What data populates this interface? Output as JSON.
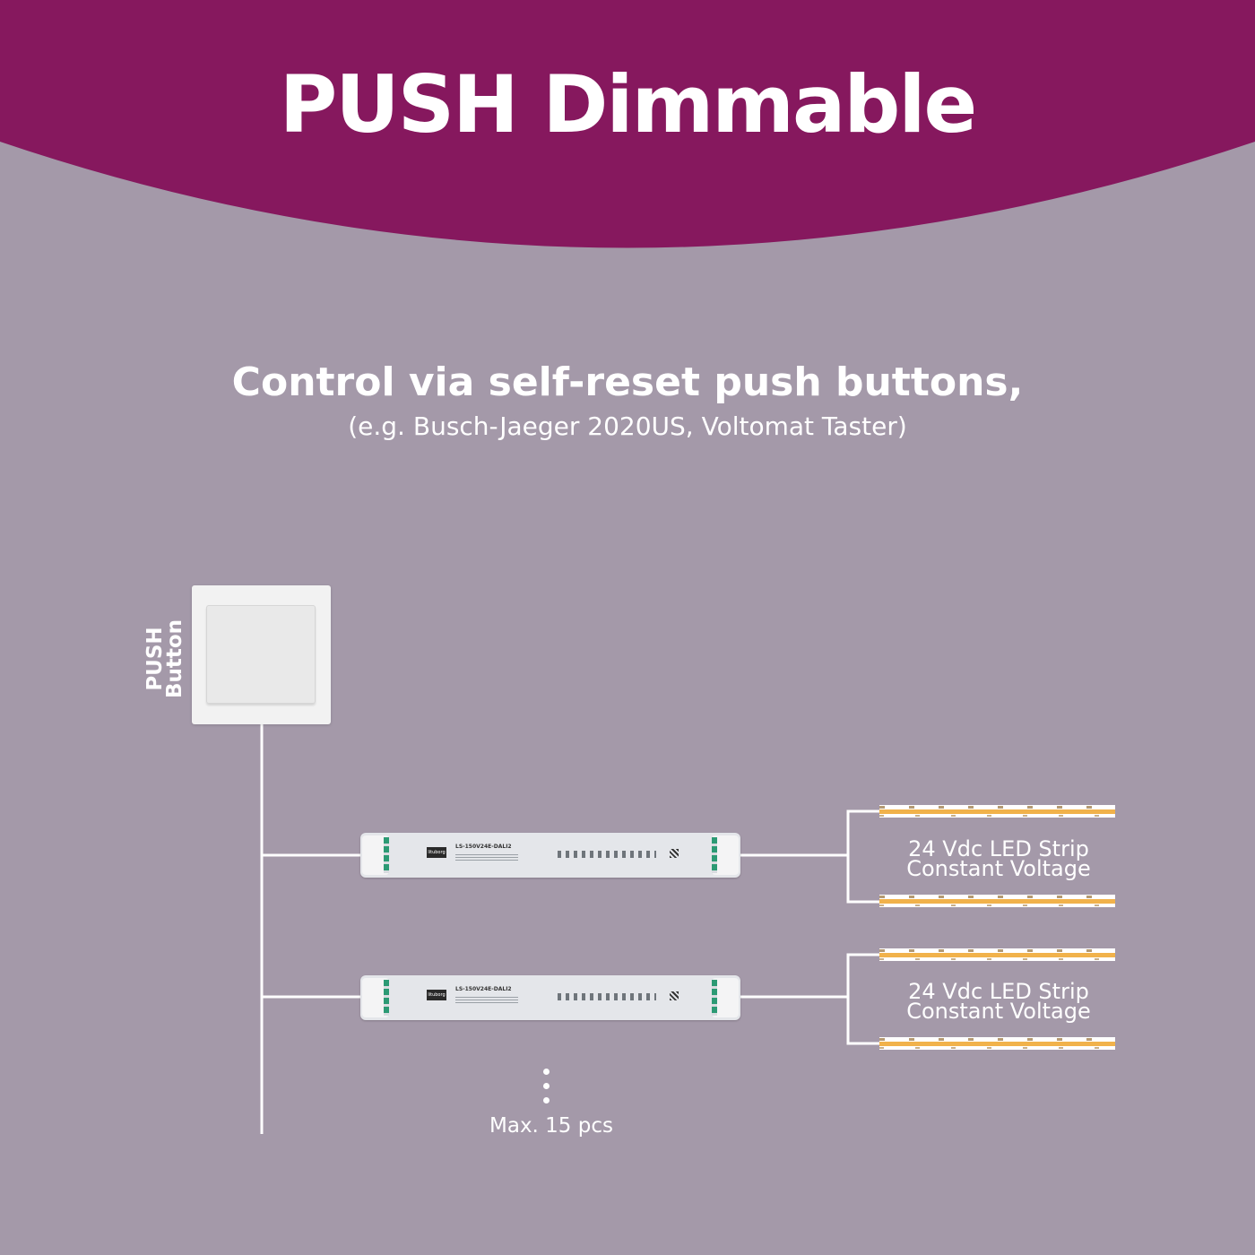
{
  "colors": {
    "header": "#86185e",
    "background": "#a499a9",
    "text": "#ffffff",
    "line": "#ffffff",
    "strip_cob": "#f1b24b",
    "driver_terminal": "#2c9a74"
  },
  "header": {
    "title": "PUSH Dimmable"
  },
  "intro": {
    "headline": "Control via self-reset push buttons,",
    "subline": "(e.g. Busch-Jaeger 2020US, Voltomat Taster)"
  },
  "push_button": {
    "label_line1": "PUSH",
    "label_line2": "Button"
  },
  "drivers": [
    {
      "model": "LS-150V24E-DALI2",
      "brand": "lituborg"
    },
    {
      "model": "LS-150V24E-DALI2",
      "brand": "lituborg"
    }
  ],
  "strips": [
    {
      "line1": "24 Vdc LED Strip",
      "line2": "Constant Voltage"
    },
    {
      "line1": "24 Vdc LED Strip",
      "line2": "Constant Voltage"
    }
  ],
  "footer": {
    "max_note": "Max. 15 pcs"
  }
}
